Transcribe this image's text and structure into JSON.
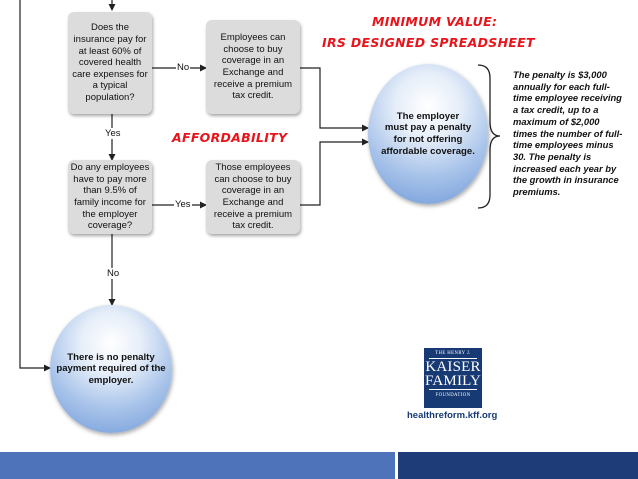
{
  "boxes": {
    "q1": "Does the\ninsurance pay for\nat least 60% of\ncovered health\ncare expenses for\na typical\npopulation?",
    "r1": "Employees can\nchoose to buy\ncoverage in an\nExchange and\nreceive a premium\ntax credit.",
    "q2": "Do any employees\nhave to pay more\nthan 9.5% of\nfamily income for\nthe employer\ncoverage?",
    "r2": "Those employees\ncan choose to buy\ncoverage in an\nExchange and\nreceive a premium\ntax credit."
  },
  "circles": {
    "penalty": "The employer\nmust pay a penalty\nfor not offering\naffordable coverage.",
    "no_penalty": "There is no penalty\npayment required of the\nemployer."
  },
  "connector_labels": {
    "no_1": "No",
    "yes_1": "Yes",
    "yes_2": "Yes",
    "no_2": "No"
  },
  "annotations": {
    "minimum_value_line1": "MINIMUM VALUE:",
    "minimum_value_line2": "IRS DESIGNED SPREADSHEET",
    "affordability": "AFFORDABILITY"
  },
  "penalty_text": "The penalty is $3,000\nannually for each full-\ntime employee receiving\na tax credit, up to a\nmaximum of $2,000\ntimes the number of full-\ntime employees minus\n30. The penalty is\nincreased each year by\nthe growth in insurance\npremiums.",
  "logo": {
    "line1": "THE HENRY J.",
    "line2": "KAISER",
    "line3": "FAMILY",
    "line4": "FOUNDATION",
    "url": "healthreform.kff.org"
  },
  "colors": {
    "accent_red": "#e8141b",
    "footer_light": "#4f73ba",
    "footer_dark": "#1d3c78",
    "logo_blue": "#173a75"
  }
}
